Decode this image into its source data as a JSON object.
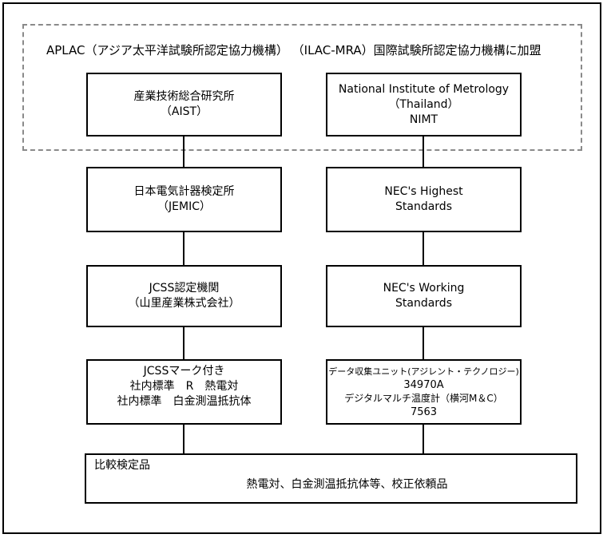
{
  "header": "APLAC（アジア太平洋試験所認定協力機構） （ILAC-MRA）国際試験所認定協力機構に加盟",
  "left_column": [
    {
      "lines": [
        "産業技術総合研究所",
        "（AIST）"
      ]
    },
    {
      "lines": [
        "日本電気計器検定所",
        "（JEMIC）"
      ]
    },
    {
      "lines": [
        "JCSS認定機関",
        "（山里産業株式会社）"
      ]
    },
    {
      "lines": [
        "JCSSマーク付き",
        "社内標準　R　熱電対",
        "社内標準　白金測温抵抗体"
      ]
    }
  ],
  "right_column": [
    {
      "lines": [
        "National Institute of Metrology",
        "（Thailand）",
        "NIMT"
      ]
    },
    {
      "lines": [
        "NEC's Highest",
        "Standards"
      ]
    },
    {
      "lines": [
        "NEC's Working",
        "Standards"
      ]
    },
    {
      "lines": [
        "データ収集ユニット(アジレント・テクノロジー)",
        "34970A",
        "デジタルマルチ温度計（横河M＆C）",
        "7563"
      ]
    }
  ],
  "bottom": {
    "label": "比較検定品",
    "text": "熱電対、白金測温抵抗体等、校正依頼品"
  }
}
